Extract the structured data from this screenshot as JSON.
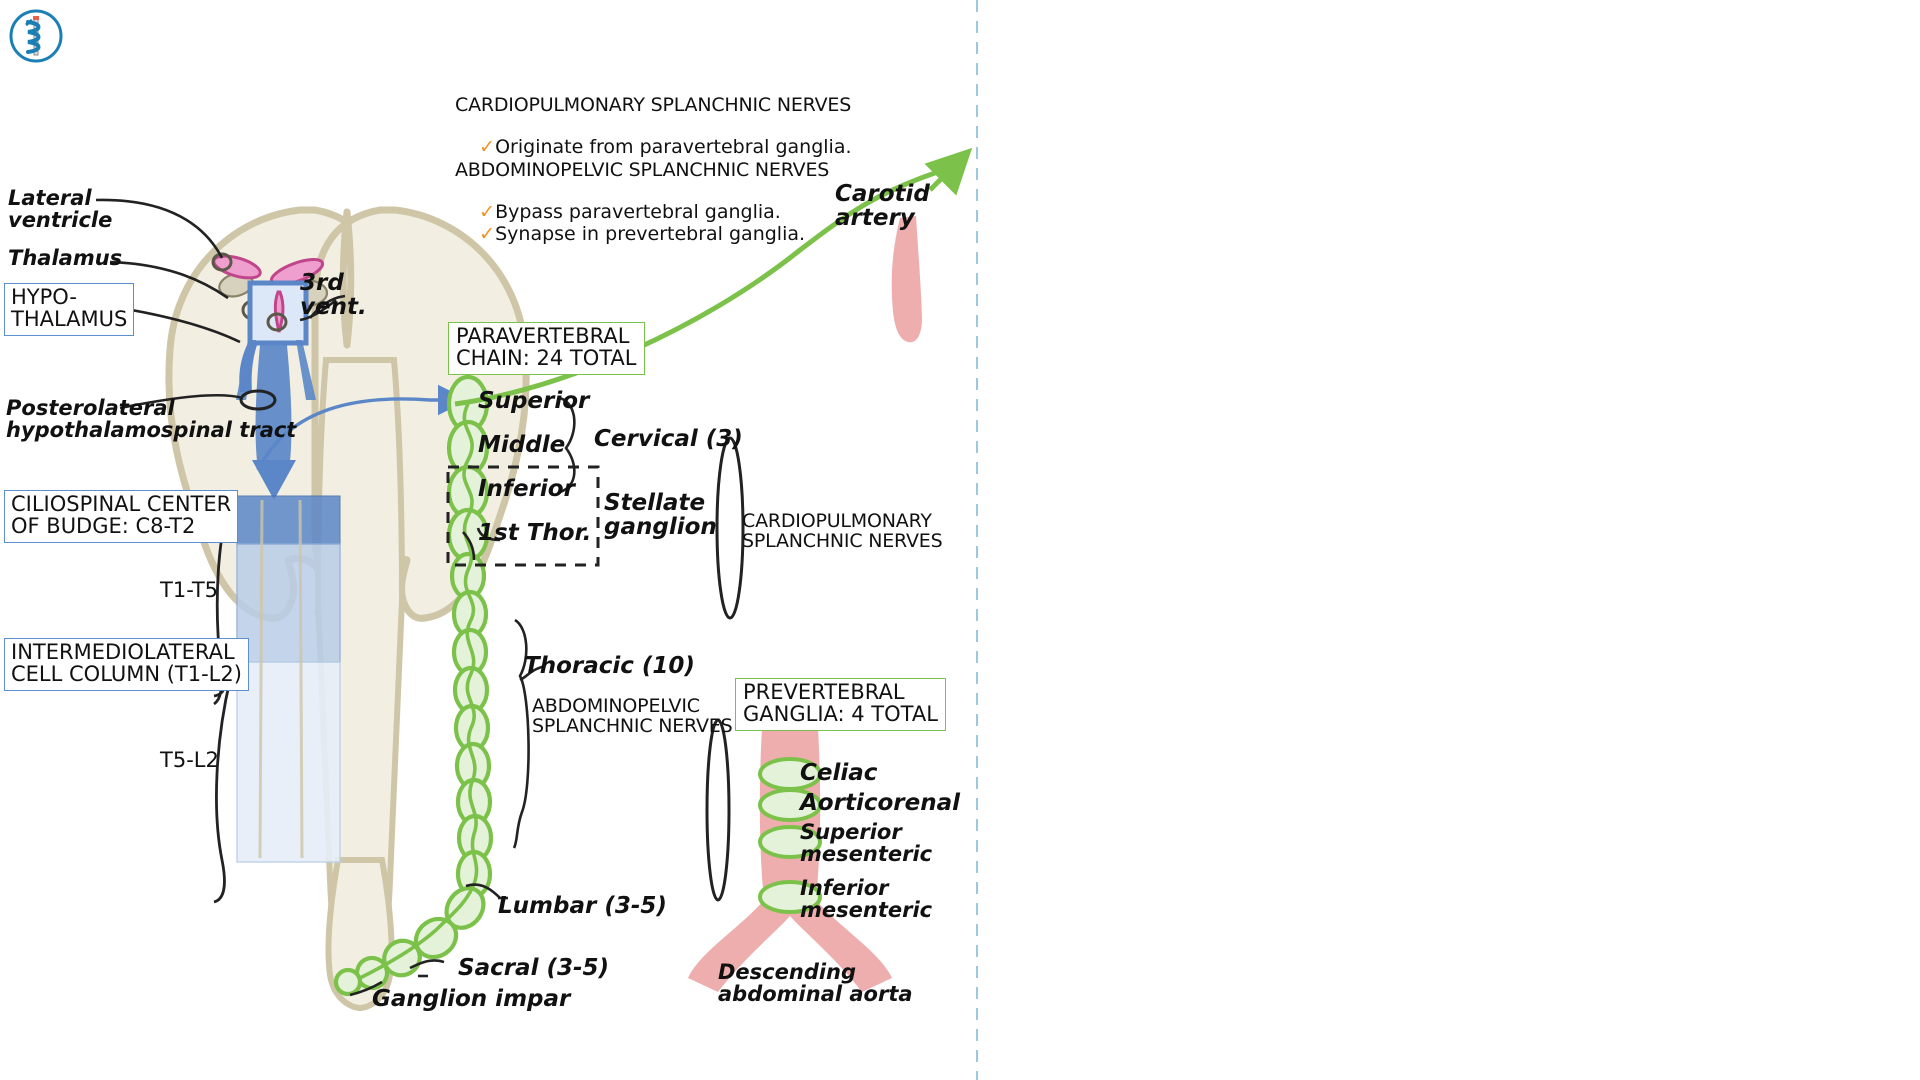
{
  "logo": {
    "name": "rod-of-asclepius",
    "color": "#1b7fb5"
  },
  "notes": {
    "cardiopulmonary": {
      "title": "CARDIOPULMONARY SPLANCHNIC NERVES",
      "bullets": [
        "Originate from paravertebral ganglia."
      ]
    },
    "abdominopelvic": {
      "title": "ABDOMINOPELVIC SPLANCHNIC NERVES",
      "bullets": [
        "Bypass paravertebral ganglia.",
        "Synapse in prevertebral ganglia."
      ]
    },
    "check_color": "#f29120"
  },
  "brain": {
    "lateral_ventricle": "Lateral\nventricle",
    "thalamus": "Thalamus",
    "hypothalamus": "HYPO-\nTHALAMUS",
    "third_ventricle": "3rd\nvent."
  },
  "cord": {
    "tract": "Posterolateral\nhypothalamospinal tract",
    "ciliospinal": "CILIOSPINAL CENTER\nOF BUDGE: C8-T2",
    "t1t5": "T1-T5",
    "iml": "INTERMEDIOLATERAL\nCELL COLUMN (T1-L2)",
    "t5l2": "T5-L2"
  },
  "paravertebral": {
    "box_title": "PARAVERTEBRAL\nCHAIN: 24 TOTAL",
    "box_color": "#7cc24a",
    "ganglia": [
      {
        "label": "Superior"
      },
      {
        "label": "Middle"
      },
      {
        "label": "Inferior"
      },
      {
        "label": "1st Thor."
      }
    ],
    "groups": [
      {
        "label": "Cervical (3)"
      },
      {
        "label": "Thoracic (10)"
      },
      {
        "label": "Lumbar (3-5)"
      },
      {
        "label": "Sacral (3-5)"
      }
    ],
    "stellate": "Stellate\nganglion",
    "ganglion_impar": "Ganglion impar"
  },
  "splanchnic": {
    "cardiopulmonary_label": "CARDIOPULMONARY\nSPLANCHNIC NERVES",
    "abdominopelvic_label": "ABDOMINOPELVIC\nSPLANCHNIC NERVES"
  },
  "prevertebral": {
    "box_title": "PREVERTEBRAL\nGANGLIA: 4 TOTAL",
    "box_color": "#7cc24a",
    "ganglia": [
      {
        "label": "Celiac"
      },
      {
        "label": "Aorticorenal"
      },
      {
        "label": "Superior\nmesenteric"
      },
      {
        "label": "Inferior\nmesenteric"
      }
    ],
    "aorta": "Descending\nabdominal aorta"
  },
  "vessels": {
    "carotid": "Carotid\nartery",
    "artery_color": "#eeaeae",
    "nerve_color": "#7cc24a"
  },
  "colors": {
    "brain_fill": "#f2efe2",
    "brain_stroke": "#cfc6a8",
    "cord_blue_dark": "#5b87c8",
    "cord_blue_mid": "#b9cde8",
    "cord_blue_light": "#e6eef8",
    "thalamus_pink": "#c0458b",
    "ganglion_fill": "#e4f2d9",
    "dashed_divider": "#9ec8e0"
  }
}
